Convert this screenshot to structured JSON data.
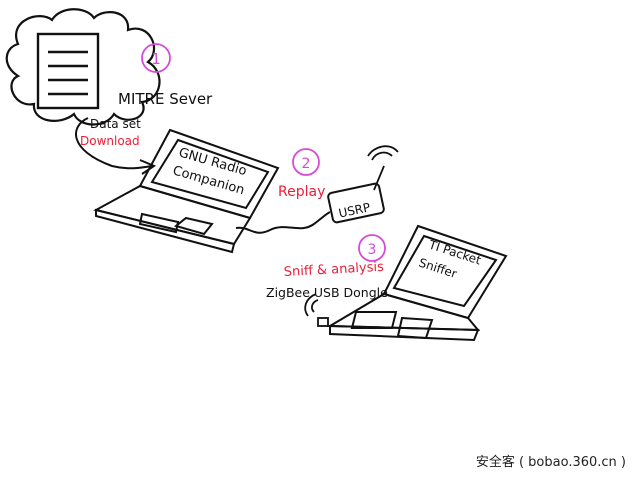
{
  "server": {
    "label": "MITRE Sever",
    "step": "1"
  },
  "download": {
    "line1": "Data set",
    "line2": "Download"
  },
  "gnu_laptop": {
    "line1": "GNU Radio",
    "line2": "Companion"
  },
  "replay": {
    "step": "2",
    "label": "Replay"
  },
  "usrp": {
    "label": "USRP"
  },
  "sniffer_laptop": {
    "line1": "TI Packet",
    "line2": "Sniffer",
    "step": "3"
  },
  "analysis": {
    "label": "Sniff & analysis"
  },
  "dongle": {
    "label": "ZigBee USB Dongle"
  },
  "watermark": "安全客 ( bobao.360.cn )",
  "colors": {
    "ink": "#111111",
    "red": "#e8203a",
    "pink": "#d64bd8"
  }
}
